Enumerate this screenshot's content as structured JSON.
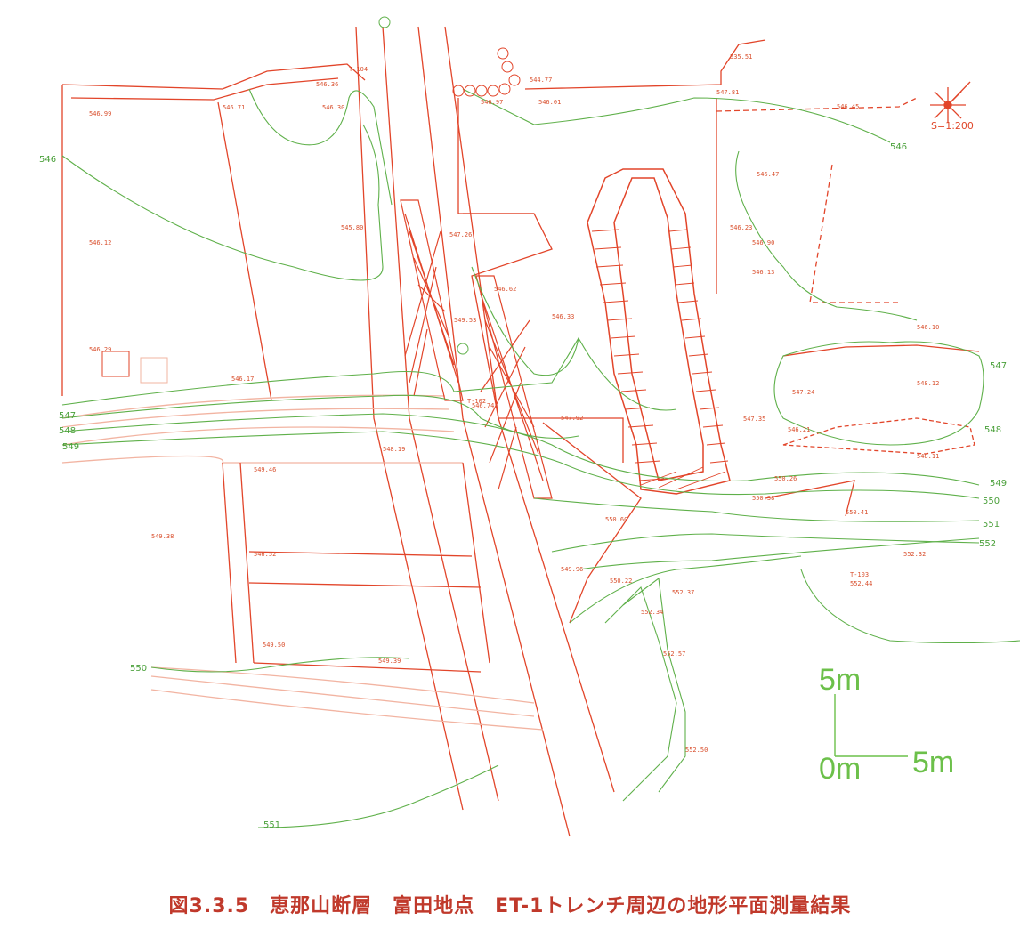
{
  "caption": "図3.3.5　恵那山断層　富田地点　ET-1トレンチ周辺の地形平面測量結果",
  "scale_ratio": "S=1:200",
  "scale_bar": {
    "zero": "0m",
    "vertical": "5m",
    "horizontal": "5m"
  },
  "contour_labels": [
    {
      "id": "c546-left",
      "text": "546"
    },
    {
      "id": "c546-right",
      "text": "546"
    },
    {
      "id": "c547-left",
      "text": "547"
    },
    {
      "id": "c547-right",
      "text": "547"
    },
    {
      "id": "c548-left",
      "text": "548"
    },
    {
      "id": "c548-right",
      "text": "548"
    },
    {
      "id": "c549-left",
      "text": "549"
    },
    {
      "id": "c549-right",
      "text": "549"
    },
    {
      "id": "c550-left",
      "text": "550"
    },
    {
      "id": "c550-right",
      "text": "550"
    },
    {
      "id": "c551-right",
      "text": "551"
    },
    {
      "id": "c551-bottom",
      "text": "551"
    },
    {
      "id": "c552-right",
      "text": "552"
    }
  ],
  "spot_heights": [
    {
      "id": "s1",
      "text": "546.99"
    },
    {
      "id": "s2",
      "text": "546.12"
    },
    {
      "id": "s3",
      "text": "546.29"
    },
    {
      "id": "s4",
      "text": "546.17"
    },
    {
      "id": "s5",
      "text": "544.77"
    },
    {
      "id": "s6",
      "text": "546.97"
    },
    {
      "id": "s7",
      "text": "546.01"
    },
    {
      "id": "s8",
      "text": "546.45"
    },
    {
      "id": "s9",
      "text": "546.47"
    },
    {
      "id": "s10",
      "text": "546.23"
    },
    {
      "id": "s11",
      "text": "546.90"
    },
    {
      "id": "s12",
      "text": "546.13"
    },
    {
      "id": "s13",
      "text": "546.74"
    },
    {
      "id": "s14",
      "text": "547.92"
    },
    {
      "id": "s15",
      "text": "547.24"
    },
    {
      "id": "s16",
      "text": "548.11"
    },
    {
      "id": "s17",
      "text": "548.19"
    },
    {
      "id": "s18",
      "text": "549.46"
    },
    {
      "id": "s19",
      "text": "549.38"
    },
    {
      "id": "s20",
      "text": "549.50"
    },
    {
      "id": "s21",
      "text": "549.39"
    },
    {
      "id": "s22",
      "text": "550.60"
    },
    {
      "id": "s23",
      "text": "550.38"
    },
    {
      "id": "s24",
      "text": "550.41"
    },
    {
      "id": "s25",
      "text": "552.32"
    },
    {
      "id": "s26",
      "text": "552.44"
    },
    {
      "id": "s27",
      "text": "552.37"
    },
    {
      "id": "s28",
      "text": "552.57"
    },
    {
      "id": "s29",
      "text": "552.50"
    },
    {
      "id": "s30",
      "text": "535.51"
    },
    {
      "id": "s31",
      "text": "547.81"
    },
    {
      "id": "s32",
      "text": "546.10"
    },
    {
      "id": "s33",
      "text": "547.35"
    },
    {
      "id": "s34",
      "text": "548.12"
    },
    {
      "id": "s35",
      "text": "546.21"
    },
    {
      "id": "s36",
      "text": "549.96"
    },
    {
      "id": "s37",
      "text": "550.22"
    },
    {
      "id": "s38",
      "text": "550.26"
    },
    {
      "id": "s39",
      "text": "552.34"
    },
    {
      "id": "s40",
      "text": "547.26"
    },
    {
      "id": "s41",
      "text": "546.71"
    },
    {
      "id": "s42",
      "text": "546.30"
    },
    {
      "id": "s43",
      "text": "545.80"
    },
    {
      "id": "s44",
      "text": "546.36"
    },
    {
      "id": "s45",
      "text": "546.33"
    },
    {
      "id": "s46",
      "text": "546.62"
    },
    {
      "id": "s47",
      "text": "549.53"
    },
    {
      "id": "s48",
      "text": "546.52"
    }
  ],
  "point_ids": [
    "T-104",
    "T-102",
    "T-103"
  ],
  "colors": {
    "survey_red": "#e2452a",
    "contour_green": "#5fb04a",
    "caption": "#c0392b"
  }
}
